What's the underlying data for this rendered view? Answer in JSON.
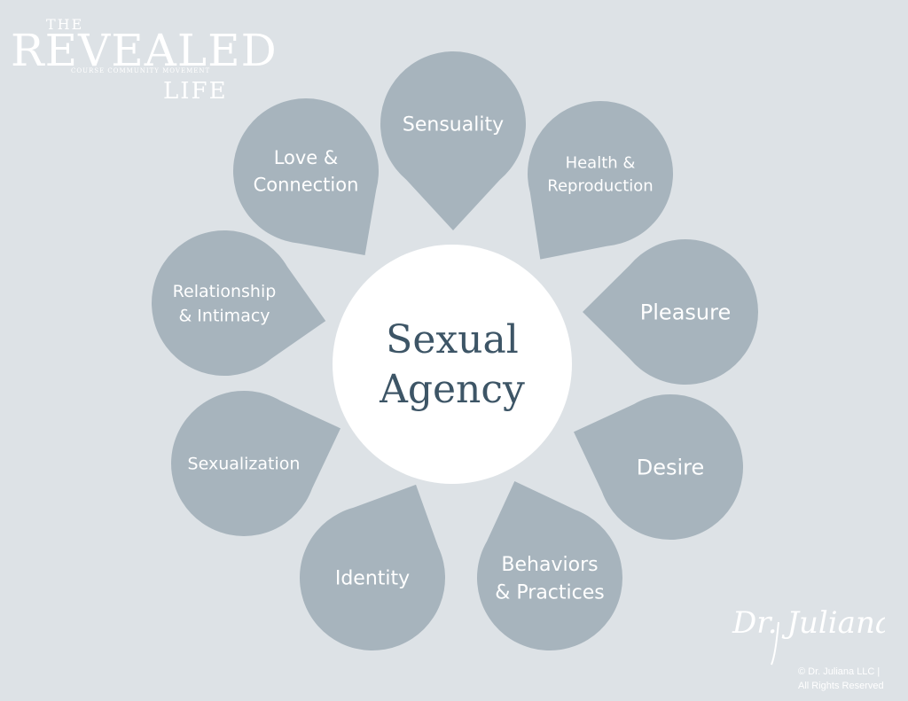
{
  "logo": {
    "the": "THE",
    "main": "REVEALED",
    "tagline": "COURSE COMMUNITY MOVEMENT",
    "life": "LIFE"
  },
  "center": {
    "lines": [
      "Sexual",
      "Agency"
    ]
  },
  "petals": [
    {
      "id": "sensuality",
      "lines": [
        "Sensuality"
      ]
    },
    {
      "id": "health-reproduction",
      "lines": [
        "Health &",
        "Reproduction"
      ]
    },
    {
      "id": "pleasure",
      "lines": [
        "Pleasure"
      ]
    },
    {
      "id": "desire",
      "lines": [
        "Desire"
      ]
    },
    {
      "id": "behaviors-practices",
      "lines": [
        "Behaviors",
        "& Practices"
      ]
    },
    {
      "id": "identity",
      "lines": [
        "Identity"
      ]
    },
    {
      "id": "sexualization",
      "lines": [
        "Sexualization"
      ]
    },
    {
      "id": "relationship-intimacy",
      "lines": [
        "Relationship",
        "& Intimacy"
      ]
    },
    {
      "id": "love-connection",
      "lines": [
        "Love &",
        "Connection"
      ]
    }
  ],
  "signature": "Dr. Juliana",
  "copyright": {
    "line1": "© Dr. Juliana LLC |",
    "line2": "All Rights Reserved"
  },
  "colors": {
    "background": "#dde2e6",
    "petal": "#a7b4bd",
    "center_text": "#3d5566",
    "white": "#ffffff"
  }
}
